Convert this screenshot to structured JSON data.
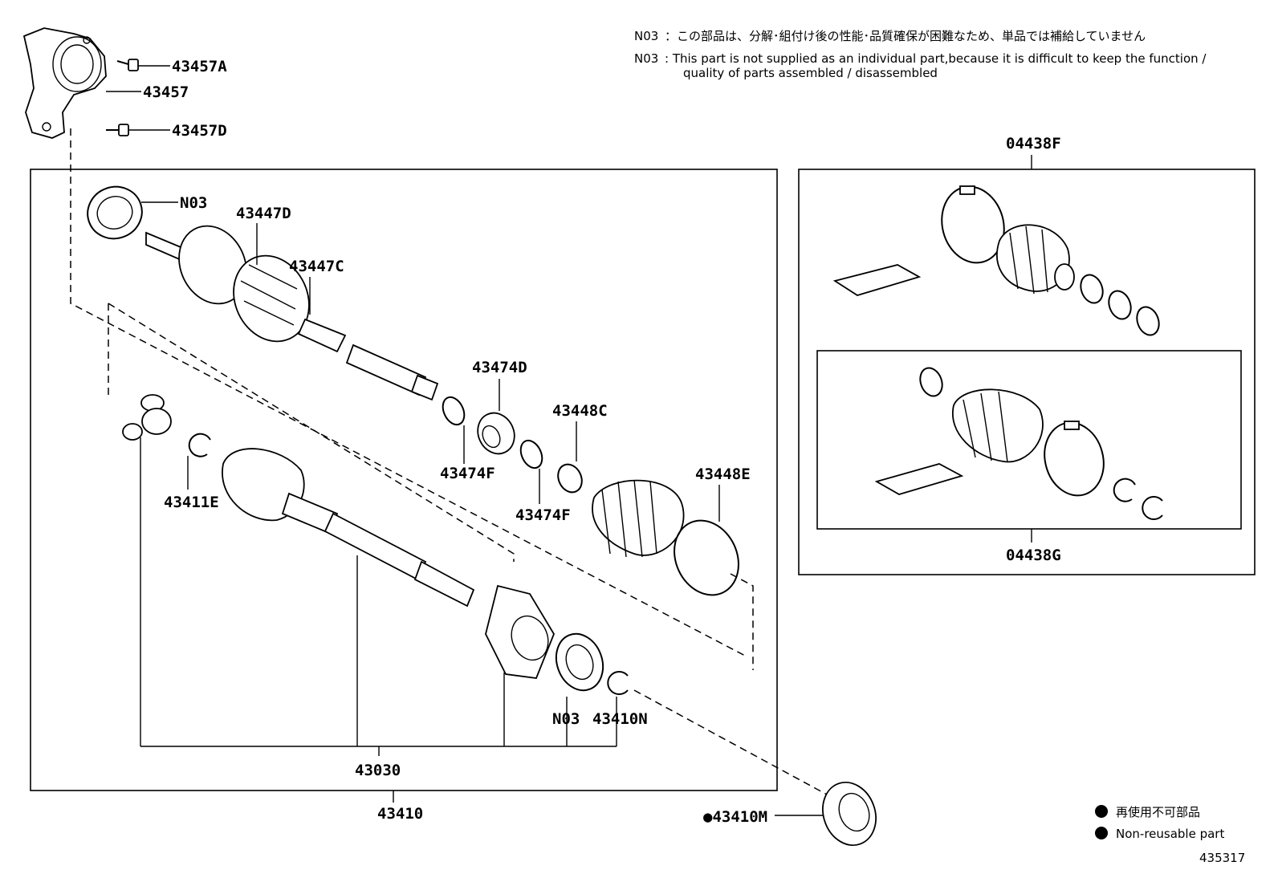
{
  "notes": {
    "jp_code": "N03",
    "jp_text": "：この部品は、分解･組付け後の性能･品質確保が困難なため、単品では補給していません",
    "en_code": "N03",
    "en_text_line1": ":  This part is not supplied as an individual part,because it is difficult to keep the function /",
    "en_text_line2": "quality of parts assembled / disassembled"
  },
  "legend": {
    "jp": "再使用不可部品",
    "en": "Non-reusable part"
  },
  "diagram_id": "435317",
  "labels": {
    "p43457A": "43457A",
    "p43457": "43457",
    "p43457D": "43457D",
    "pN03_top": "N03",
    "p43447D": "43447D",
    "p43447C": "43447C",
    "p43474D": "43474D",
    "p43474F_1": "43474F",
    "p43448C": "43448C",
    "p43474F_2": "43474F",
    "p43448E": "43448E",
    "p43411E": "43411E",
    "pN03_bottom": "N03",
    "p43410N": "43410N",
    "p43030": "43030",
    "p43410": "43410",
    "p43410M": "●43410M",
    "p04438F": "04438F",
    "p04438G": "04438G"
  }
}
